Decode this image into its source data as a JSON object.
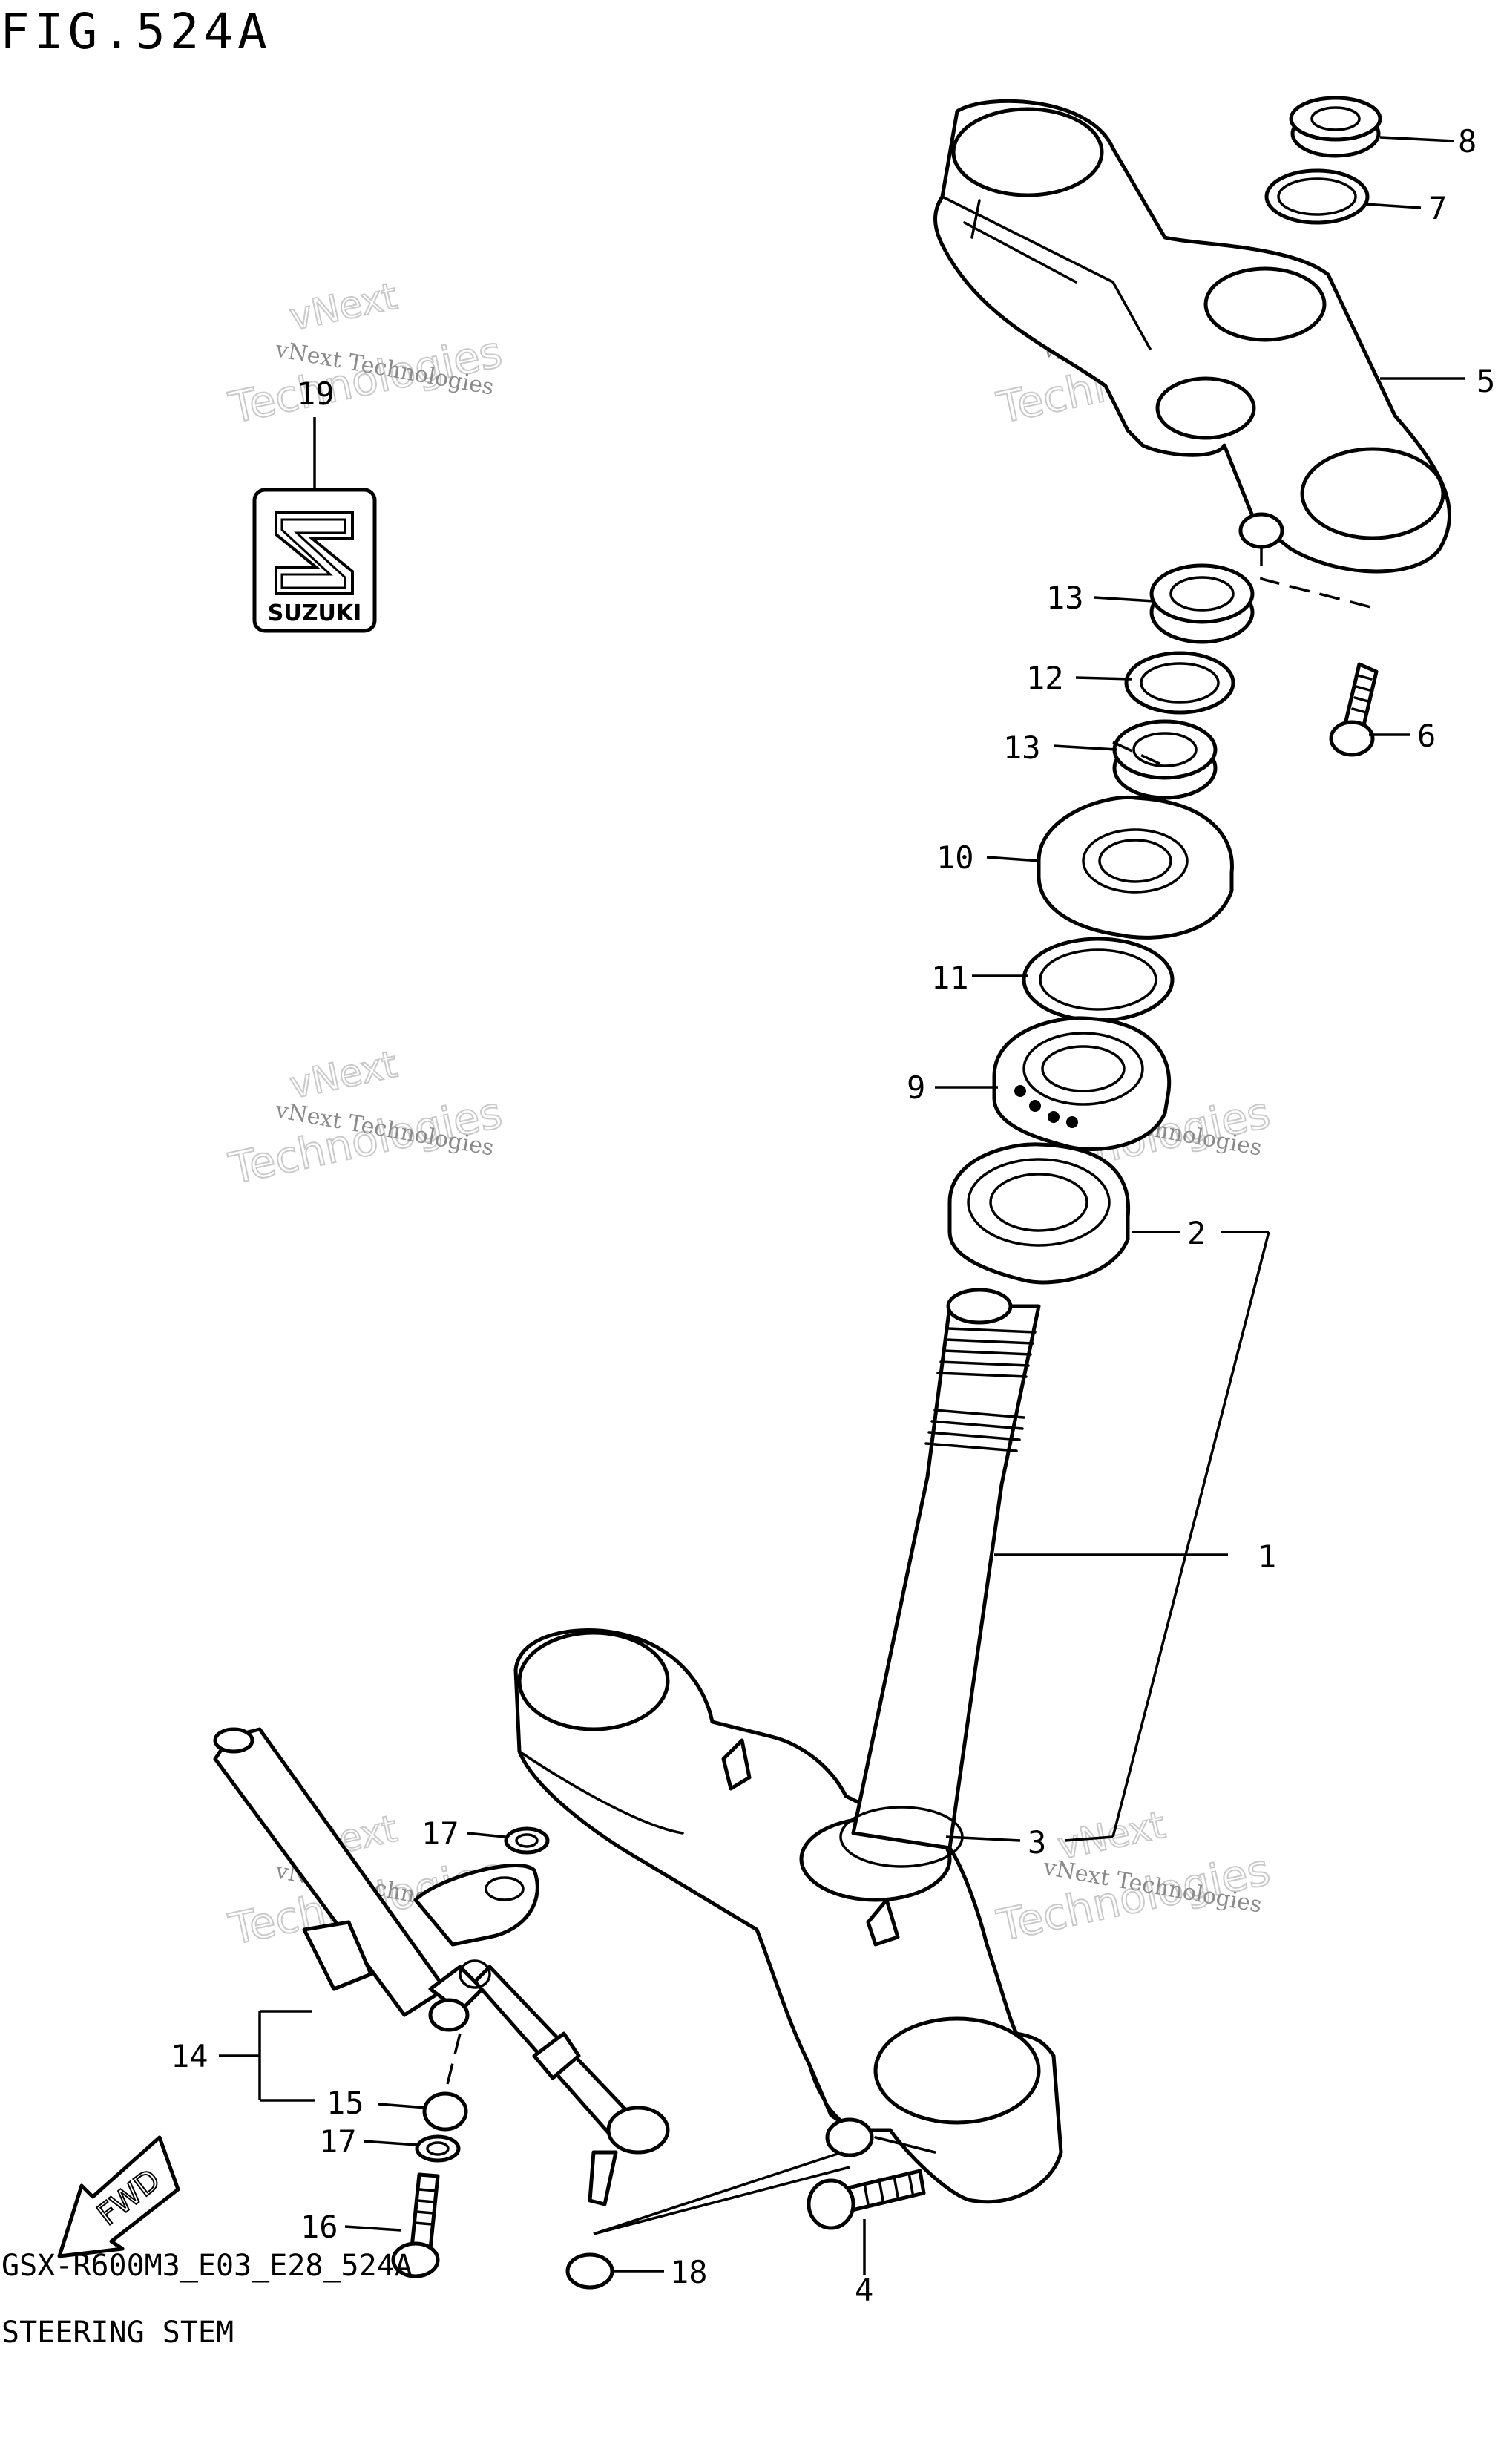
{
  "figure": {
    "title": "FIG.524A",
    "code": "GSX-R600M3_E03_E28_524A",
    "name": "STEERING STEM"
  },
  "logo": {
    "text": "SUZUKI"
  },
  "watermark": {
    "brand": "vNext",
    "small": "vNext Technologies",
    "big": "Technologies"
  },
  "fwd_arrow": {
    "text": "FWD"
  },
  "callouts": [
    "1",
    "2",
    "3",
    "4",
    "5",
    "6",
    "7",
    "8",
    "9",
    "10",
    "11",
    "12",
    "13",
    "13",
    "14",
    "15",
    "16",
    "17",
    "17",
    "18",
    "19"
  ]
}
